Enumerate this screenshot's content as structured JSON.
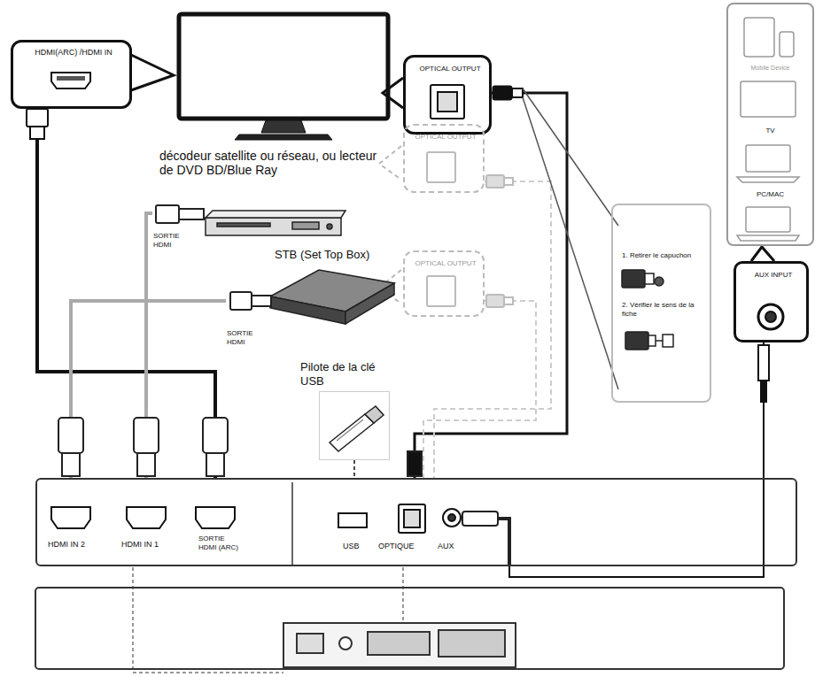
{
  "diagram": {
    "nodes": [
      {
        "text": [
          "HDMI(ARC) /HDMI IN"
        ]
      },
      {
        "text": [
          "OPTICAL OUTPUT"
        ]
      },
      {
        "text": [
          "Mobile Device",
          "TV",
          "PC/MAC"
        ]
      },
      {
        "text": [
          "décodeur satellite ou réseau, ou lecteur de DVD BD/Blue Ray",
          "SORTIE HDMI"
        ]
      },
      {
        "text": [
          "OPTICAL OUTPUT"
        ]
      },
      {
        "text": [
          "STB (Set Top Box)",
          "SORTIE HDMI"
        ]
      },
      {
        "text": [
          "OPTICAL OUTPUT"
        ]
      },
      {
        "text": [
          "1. Retirer le capuchon",
          "2. Vérifier le sens de la fiche"
        ]
      },
      {
        "text": [
          "AUX INPUT"
        ]
      },
      {
        "text": [
          "Pilote de la clé USB"
        ]
      },
      {
        "text": [
          "HDMI IN 2",
          "HDMI IN 1",
          "SORTIE HDMI (ARC)",
          "USB",
          "OPTIQUE",
          "AUX"
        ]
      }
    ],
    "edges": [
      {
        "from": 0,
        "to": 10,
        "arrow": "none"
      },
      {
        "from": 1,
        "to": 10,
        "arrow": "none"
      },
      {
        "from": 3,
        "to": 10,
        "arrow": "none"
      },
      {
        "from": 4,
        "to": 10,
        "arrow": "none"
      },
      {
        "from": 5,
        "to": 10,
        "arrow": "none"
      },
      {
        "from": 6,
        "to": 10,
        "arrow": "none"
      },
      {
        "from": 8,
        "to": 10,
        "arrow": "none"
      },
      {
        "from": 9,
        "to": 10,
        "arrow": "none"
      }
    ]
  }
}
